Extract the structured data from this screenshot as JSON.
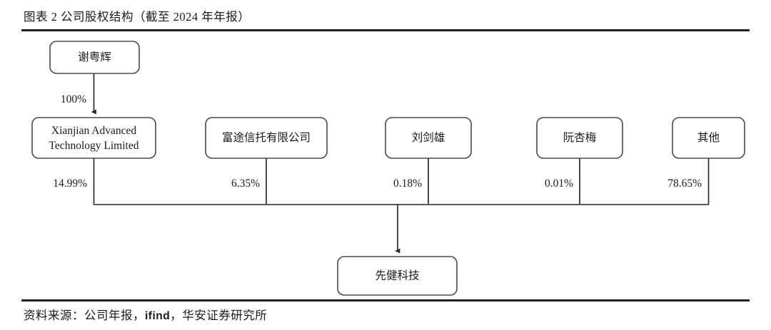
{
  "figure": {
    "title": "图表 2 公司股权结构（截至 2024 年年报）",
    "source_prefix": "资料来源：公司年报，",
    "source_brand": "ifind",
    "source_suffix": "，华安证券研究所"
  },
  "chart_data": {
    "type": "diagram",
    "title": "图表 2 公司股权结构（截至 2024 年年报）",
    "diagram_kind": "ownership-structure-tree",
    "ultimate_parent": {
      "id": "xie-yue-hui",
      "label": "谢粤辉",
      "stake_to_child": "100%",
      "child_id": "xianjian-advanced"
    },
    "shareholders": [
      {
        "id": "xianjian-advanced",
        "label": "Xianjian Advanced Technology Limited",
        "label_lines": [
          "Xianjian Advanced",
          "Technology Limited"
        ],
        "percent": "14.99%",
        "value": 14.99
      },
      {
        "id": "futu-trust",
        "label": "富途信托有限公司",
        "label_lines": [
          "富途信托有限公司"
        ],
        "percent": "6.35%",
        "value": 6.35
      },
      {
        "id": "liu-jian-xiong",
        "label": "刘剑雄",
        "label_lines": [
          "刘剑雄"
        ],
        "percent": "0.18%",
        "value": 0.18
      },
      {
        "id": "ruan-xing-mei",
        "label": "阮杏梅",
        "label_lines": [
          "阮杏梅"
        ],
        "percent": "0.01%",
        "value": 0.01
      },
      {
        "id": "others",
        "label": "其他",
        "label_lines": [
          "其他"
        ],
        "percent": "78.65%",
        "value": 78.65
      }
    ],
    "target_company": {
      "id": "xianjian-keji",
      "label": "先健科技"
    },
    "colors": {
      "box_stroke": "#4a4a4a",
      "box_fill": "#ffffff",
      "connector": "#2b2b2b",
      "rule": "#231f20",
      "text": "#1a1a1a"
    }
  }
}
